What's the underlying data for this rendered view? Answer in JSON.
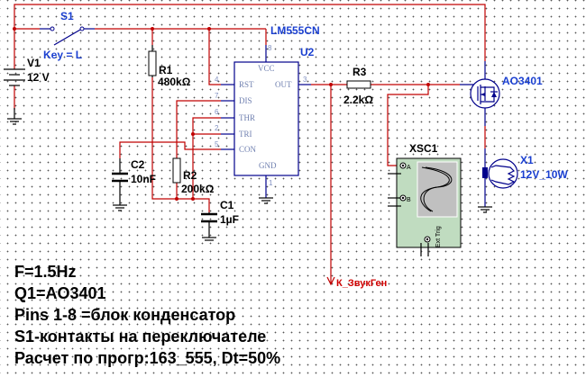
{
  "components": {
    "switch": {
      "ref": "S1",
      "key": "Key = L"
    },
    "battery": {
      "ref": "V1",
      "value": "12 V"
    },
    "r1": {
      "ref": "R1",
      "value": "480kΩ"
    },
    "r2": {
      "ref": "R2",
      "value": "200kΩ"
    },
    "r3": {
      "ref": "R3",
      "value": "2.2kΩ"
    },
    "c1": {
      "ref": "C1",
      "value": "1µF"
    },
    "c2": {
      "ref": "C2",
      "value": "10nF"
    },
    "timer": {
      "ref": "U2",
      "part": "LM555CN",
      "pins": {
        "vcc": "VCC",
        "rst": "RST",
        "dis": "DIS",
        "thr": "THR",
        "tri": "TRI",
        "con": "CON",
        "gnd": "GND",
        "out": "OUT"
      },
      "pin_numbers": {
        "vcc": "8",
        "rst": "4",
        "dis": "7",
        "thr": "6",
        "tri": "2",
        "con": "5",
        "gnd": "1",
        "out": "3"
      }
    },
    "mosfet": {
      "part": "AO3401"
    },
    "lamp": {
      "ref": "X1",
      "value": "12V_10W"
    },
    "scope": {
      "ref": "XSC1",
      "ch_a": "A",
      "ch_b": "B",
      "ext": "Ext Trig"
    },
    "net_label": "К_ЗвукГен"
  },
  "notes": [
    "F=1.5Hz",
    "Q1=AO3401",
    "Pins 1-8 =блок конденсатор",
    "S1-контакты на переключателе",
    "Расчет по прогр:163_555, Dt=50%"
  ],
  "colors": {
    "wire": "#c00000",
    "component_label": "#1a3fd0",
    "scope_body": "#c0dcc0"
  }
}
